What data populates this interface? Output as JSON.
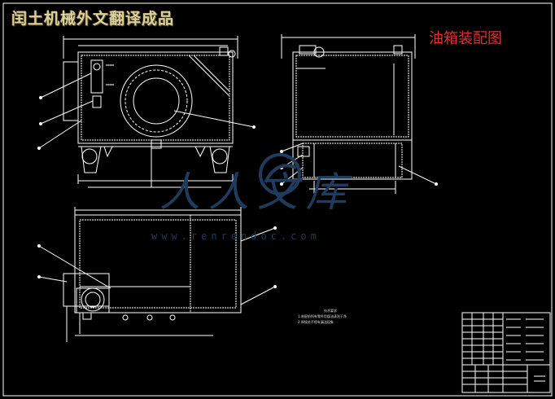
{
  "header": {
    "title": "闰土机械外文翻译成品"
  },
  "drawing": {
    "title": "油箱装配图",
    "title_color": "#e03030",
    "line_color": "#ffffff",
    "background": "#000000"
  },
  "watermark": {
    "text": "人人文库",
    "url": "www.renrendoc.com",
    "color": "#1e3c5e"
  },
  "tech_notes": {
    "title": "技术要求",
    "items": [
      "1.装配前所有零件用煤油清洗干净",
      "2.焊接处不得有漏油现象"
    ]
  }
}
